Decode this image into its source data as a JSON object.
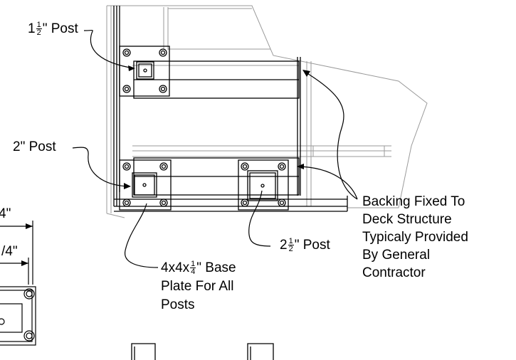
{
  "labels": {
    "post_1_5": {
      "whole": "1",
      "num": "1",
      "den": "2",
      "suffix": "\" Post"
    },
    "post_2": {
      "text": "2\" Post"
    },
    "post_2_5": {
      "whole": "2",
      "num": "1",
      "den": "2",
      "suffix": "\" Post"
    },
    "base_plate": {
      "line1_prefix": "4x4x",
      "num": "1",
      "den": "4",
      "line1_suffix": "\" Base",
      "line2": "Plate For All",
      "line3": "Posts"
    },
    "backing": {
      "lines": [
        "Backing Fixed To",
        "Deck Structure",
        "Typicaly Provided",
        "By General",
        "Contractor"
      ]
    },
    "dim_top": "4\"",
    "dim_second": "/4\""
  },
  "colors": {
    "line": "#000000",
    "light_line": "#9a9a9a",
    "background": "#ffffff"
  }
}
